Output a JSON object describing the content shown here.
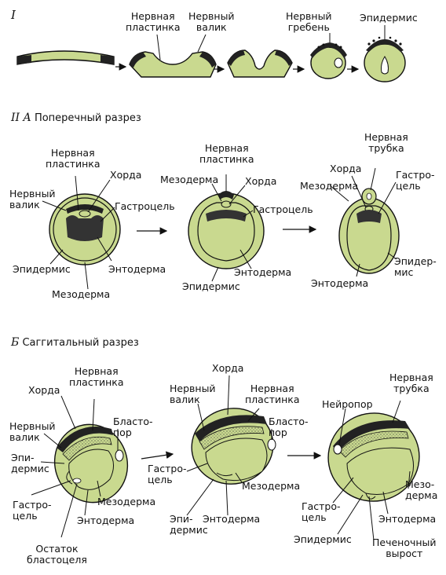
{
  "colors": {
    "tissue": "#c9d98f",
    "ink": "#111111",
    "dark": "#222222"
  },
  "section1": {
    "roman": "I",
    "labels": {
      "neural_plate": "Нервная\nпластинка",
      "neural_fold": "Нервный\nвалик",
      "neural_crest": "Нервный\nгребень",
      "epidermis": "Эпидермис"
    }
  },
  "section2": {
    "header_roman": "II",
    "header_letter": "А",
    "header_text": "Поперечный разрез",
    "labels": {
      "a_neural_plate": "Нервная\nпластинка",
      "a_chord": "Хорда",
      "a_neural_fold": "Нервный\nвалик",
      "a_gastrocoel": "Гастроцель",
      "a_epidermis": "Эпидермис",
      "a_endoderm": "Энтодерма",
      "a_mesoderm": "Мезодерма",
      "b_neural_plate": "Нервная\nпластинка",
      "b_mesoderm": "Мезодерма",
      "b_chord": "Хорда",
      "b_gastrocoel": "Гастроцель",
      "b_endoderm": "Энтодерма",
      "b_epidermis": "Эпидермис",
      "c_neural_tube": "Нервная\nтрубка",
      "c_chord": "Хорда",
      "c_gastrocoel": "Гастро-\nцель",
      "c_mesoderm": "Мезодерма",
      "c_epidermis": "Эпидер-\nмис",
      "c_endoderm": "Энтодерма"
    }
  },
  "section3": {
    "header_letter": "Б",
    "header_text": "Саггитальный разрез",
    "labels": {
      "a_neural_plate": "Нервная\nпластинка",
      "a_chord": "Хорда",
      "a_blastopore": "Бласто-\nпор",
      "a_neural_fold": "Нервный\nвалик",
      "a_epidermis": "Эпи-\nдермис",
      "a_gastrocoel": "Гастро-\nцель",
      "a_mesoderm": "Мезодерма",
      "a_endoderm": "Энтодерма",
      "a_blastocoel_rest": "Остаток\nбластоцеля",
      "b_chord": "Хорда",
      "b_neural_fold": "Нервный\nвалик",
      "b_neural_plate": "Нервная\nпластинка",
      "b_blastopore": "Бласто-\nпор",
      "b_gastrocoel": "Гастро-\nцель",
      "b_mesoderm": "Мезодерма",
      "b_epidermis": "Эпи-\nдермис",
      "b_endoderm": "Энтодерма",
      "c_neural_tube": "Нервная\nтрубка",
      "c_neuropore": "Нейропор",
      "c_mesoderm": "Мезо-\nдерма",
      "c_gastrocoel": "Гастро-\nцель",
      "c_endoderm": "Энтодерма",
      "c_epidermis": "Эпидермис",
      "c_liver": "Печеночный\nвырост"
    }
  }
}
